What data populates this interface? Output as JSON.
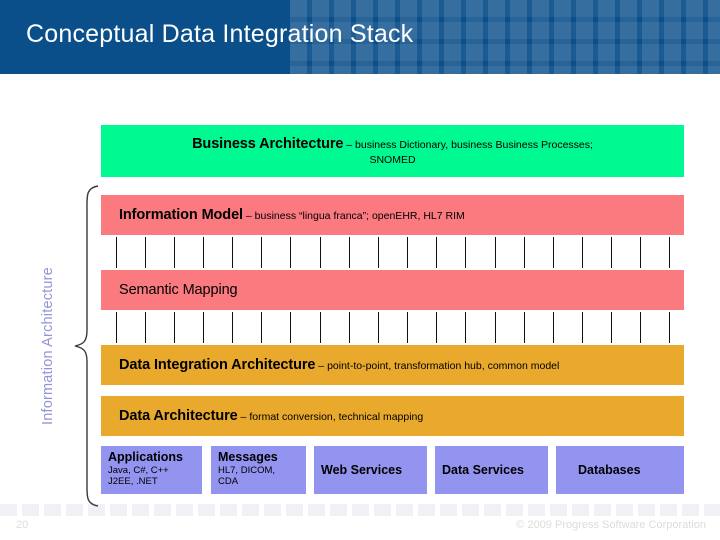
{
  "header": {
    "title": "Conceptual Data Integration Stack",
    "background_color": "#0b4f8a"
  },
  "side_label": {
    "text": "Information Architecture",
    "color": "#9393D8"
  },
  "layers": [
    {
      "id": "business-architecture",
      "title": "Business Architecture",
      "subtitle": " – business Dictionary, business Business Processes;",
      "subtitle_line2": "SNOMED",
      "color": "#00F990"
    },
    {
      "id": "information-model",
      "title": "Information Model",
      "subtitle": " – business “lingua franca”; openEHR, HL7 RIM",
      "color": "#FA7A80"
    },
    {
      "id": "semantic-mapping",
      "title": "Semantic Mapping",
      "subtitle": "",
      "color": "#FA7A80"
    },
    {
      "id": "data-integration-architecture",
      "title": "Data Integration Architecture",
      "subtitle": " – point-to-point, transformation hub, common model",
      "color": "#E8A92C"
    },
    {
      "id": "data-architecture",
      "title": "Data Architecture",
      "subtitle": " – format conversion, technical mapping",
      "color": "#E8A92C"
    }
  ],
  "bottom_boxes": [
    {
      "id": "applications",
      "title": "Applications",
      "sub_line1": "Java, C#, C++",
      "sub_line2": "J2EE, .NET"
    },
    {
      "id": "messages",
      "title": "Messages",
      "sub_line1": "HL7, DICOM,",
      "sub_line2": "CDA"
    },
    {
      "id": "web-services",
      "title": "Web Services",
      "sub_line1": "",
      "sub_line2": ""
    },
    {
      "id": "data-services",
      "title": "Data Services",
      "sub_line1": "",
      "sub_line2": ""
    },
    {
      "id": "databases",
      "title": "Databases",
      "sub_line1": "",
      "sub_line2": ""
    }
  ],
  "bottom_box_color": "#9393F0",
  "connectors": {
    "tick_count": 20,
    "color": "#111111"
  },
  "footer": {
    "slide_number": "20",
    "copyright": "© 2009 Progress Software Corporation",
    "text_color": "#DCDCDC"
  }
}
